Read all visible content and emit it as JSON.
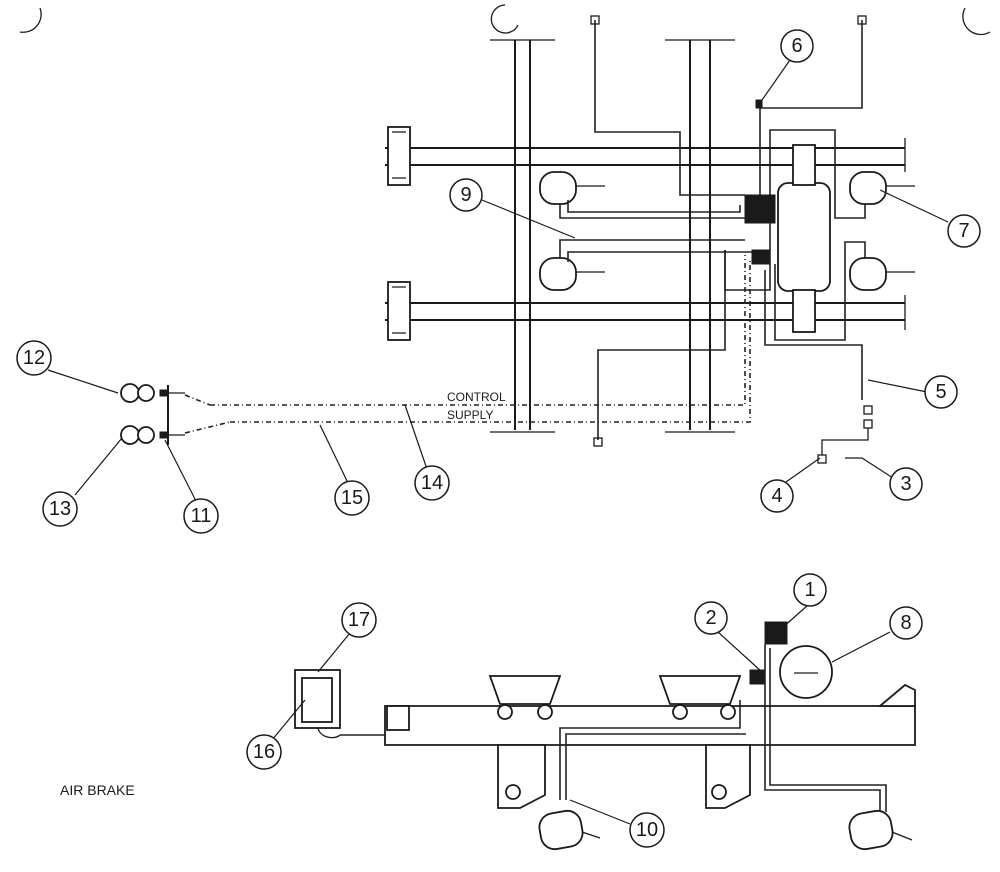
{
  "diagram": {
    "title": "AIR BRAKE",
    "line_labels": {
      "control": "CONTROL",
      "supply": "SUPPLY"
    },
    "callouts": [
      {
        "id": "1",
        "label": "1"
      },
      {
        "id": "2",
        "label": "2"
      },
      {
        "id": "3",
        "label": "3"
      },
      {
        "id": "4",
        "label": "4"
      },
      {
        "id": "5",
        "label": "5"
      },
      {
        "id": "6",
        "label": "6"
      },
      {
        "id": "7",
        "label": "7"
      },
      {
        "id": "8",
        "label": "8"
      },
      {
        "id": "9",
        "label": "9"
      },
      {
        "id": "10",
        "label": "10"
      },
      {
        "id": "11",
        "label": "11"
      },
      {
        "id": "12",
        "label": "12"
      },
      {
        "id": "13",
        "label": "13"
      },
      {
        "id": "14",
        "label": "14"
      },
      {
        "id": "15",
        "label": "15"
      },
      {
        "id": "16",
        "label": "16"
      },
      {
        "id": "17",
        "label": "17"
      }
    ]
  }
}
